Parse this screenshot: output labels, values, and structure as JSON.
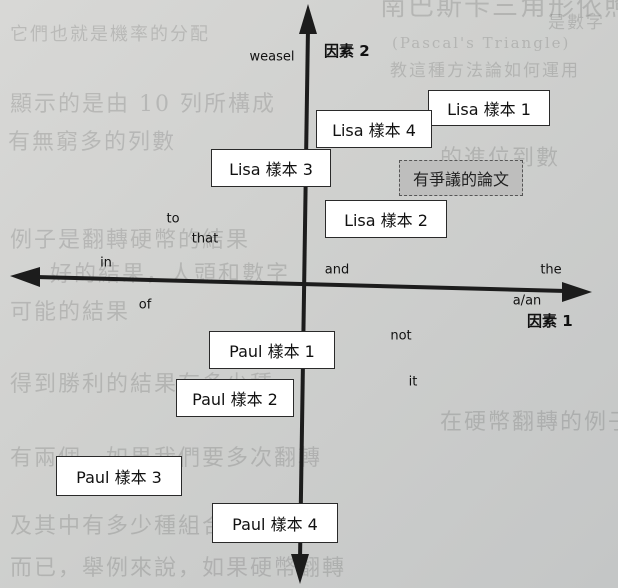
{
  "axis_labels": {
    "vertical": "因素 2",
    "horizontal": "因素 1"
  },
  "samples": [
    {
      "id": "lisa-1",
      "label": "Lisa 樣本 1"
    },
    {
      "id": "lisa-4",
      "label": "Lisa 樣本 4"
    },
    {
      "id": "lisa-3",
      "label": "Lisa 樣本 3"
    },
    {
      "id": "lisa-2",
      "label": "Lisa 樣本 2"
    },
    {
      "id": "paul-1",
      "label": "Paul 樣本 1"
    },
    {
      "id": "paul-2",
      "label": "Paul 樣本 2"
    },
    {
      "id": "paul-3",
      "label": "Paul 樣本 3"
    },
    {
      "id": "paul-4",
      "label": "Paul 樣本 4"
    }
  ],
  "disputed": {
    "label": "有爭議的論文"
  },
  "words": [
    "weasel",
    "to",
    "that",
    "in",
    "and",
    "the",
    "of",
    "a/an",
    "not",
    "it"
  ],
  "background_text": [
    "南巴斯卡三角形依照計算機率",
    "是數字",
    "(Pascal's Triangle)",
    "教這種方法論如何運用",
    "它們也就是機率的分配",
    "有無窮多的列數",
    "的進位到數",
    "顯示的是由 10 列所構成",
    "例子是翻轉硬幣的結果",
    "好的結果，人頭和數字",
    "可能的結果",
    "得到勝利的結果有多少種",
    "在硬幣翻轉的例子中",
    "有兩個，如果我們要多次翻轉",
    "及其中有多少種組合",
    "而已，舉例來說，如果硬幣翻轉"
  ],
  "colors": {
    "axis": "#1c1c1c",
    "box_border": "#2a2a2a",
    "disputed_fill": "#bebebd"
  }
}
